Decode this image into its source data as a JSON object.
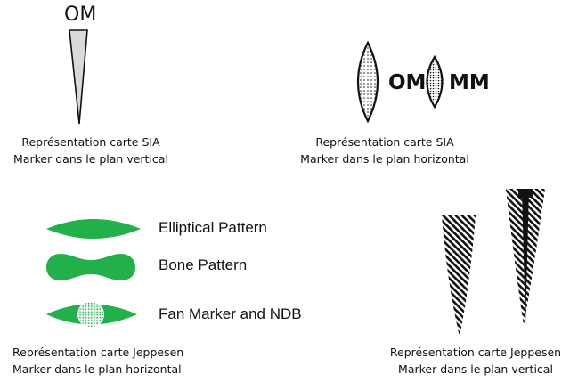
{
  "sia_vertical": {
    "code": "OM",
    "caption_line1": "Représentation carte SIA",
    "caption_line2": "Marker dans le plan vertical"
  },
  "sia_horizontal": {
    "code_outer": "OM",
    "code_middle": "MM",
    "caption_line1": "Représentation carte SIA",
    "caption_line2": "Marker dans le plan horizontal"
  },
  "jeppesen_horizontal": {
    "patterns": [
      {
        "label": "Elliptical Pattern"
      },
      {
        "label": "Bone Pattern"
      },
      {
        "label": "Fan Marker and NDB"
      }
    ],
    "caption_line1": "Représentation carte Jeppesen",
    "caption_line2": "Marker dans le plan horizontal"
  },
  "jeppesen_vertical": {
    "caption_line1": "Représentation carte Jeppesen",
    "caption_line2": "Marker dans le plan vertical"
  },
  "colors": {
    "jeppesen_green": "#22b04a",
    "ink": "#111111",
    "cone_fill": "#d9d9d9"
  }
}
